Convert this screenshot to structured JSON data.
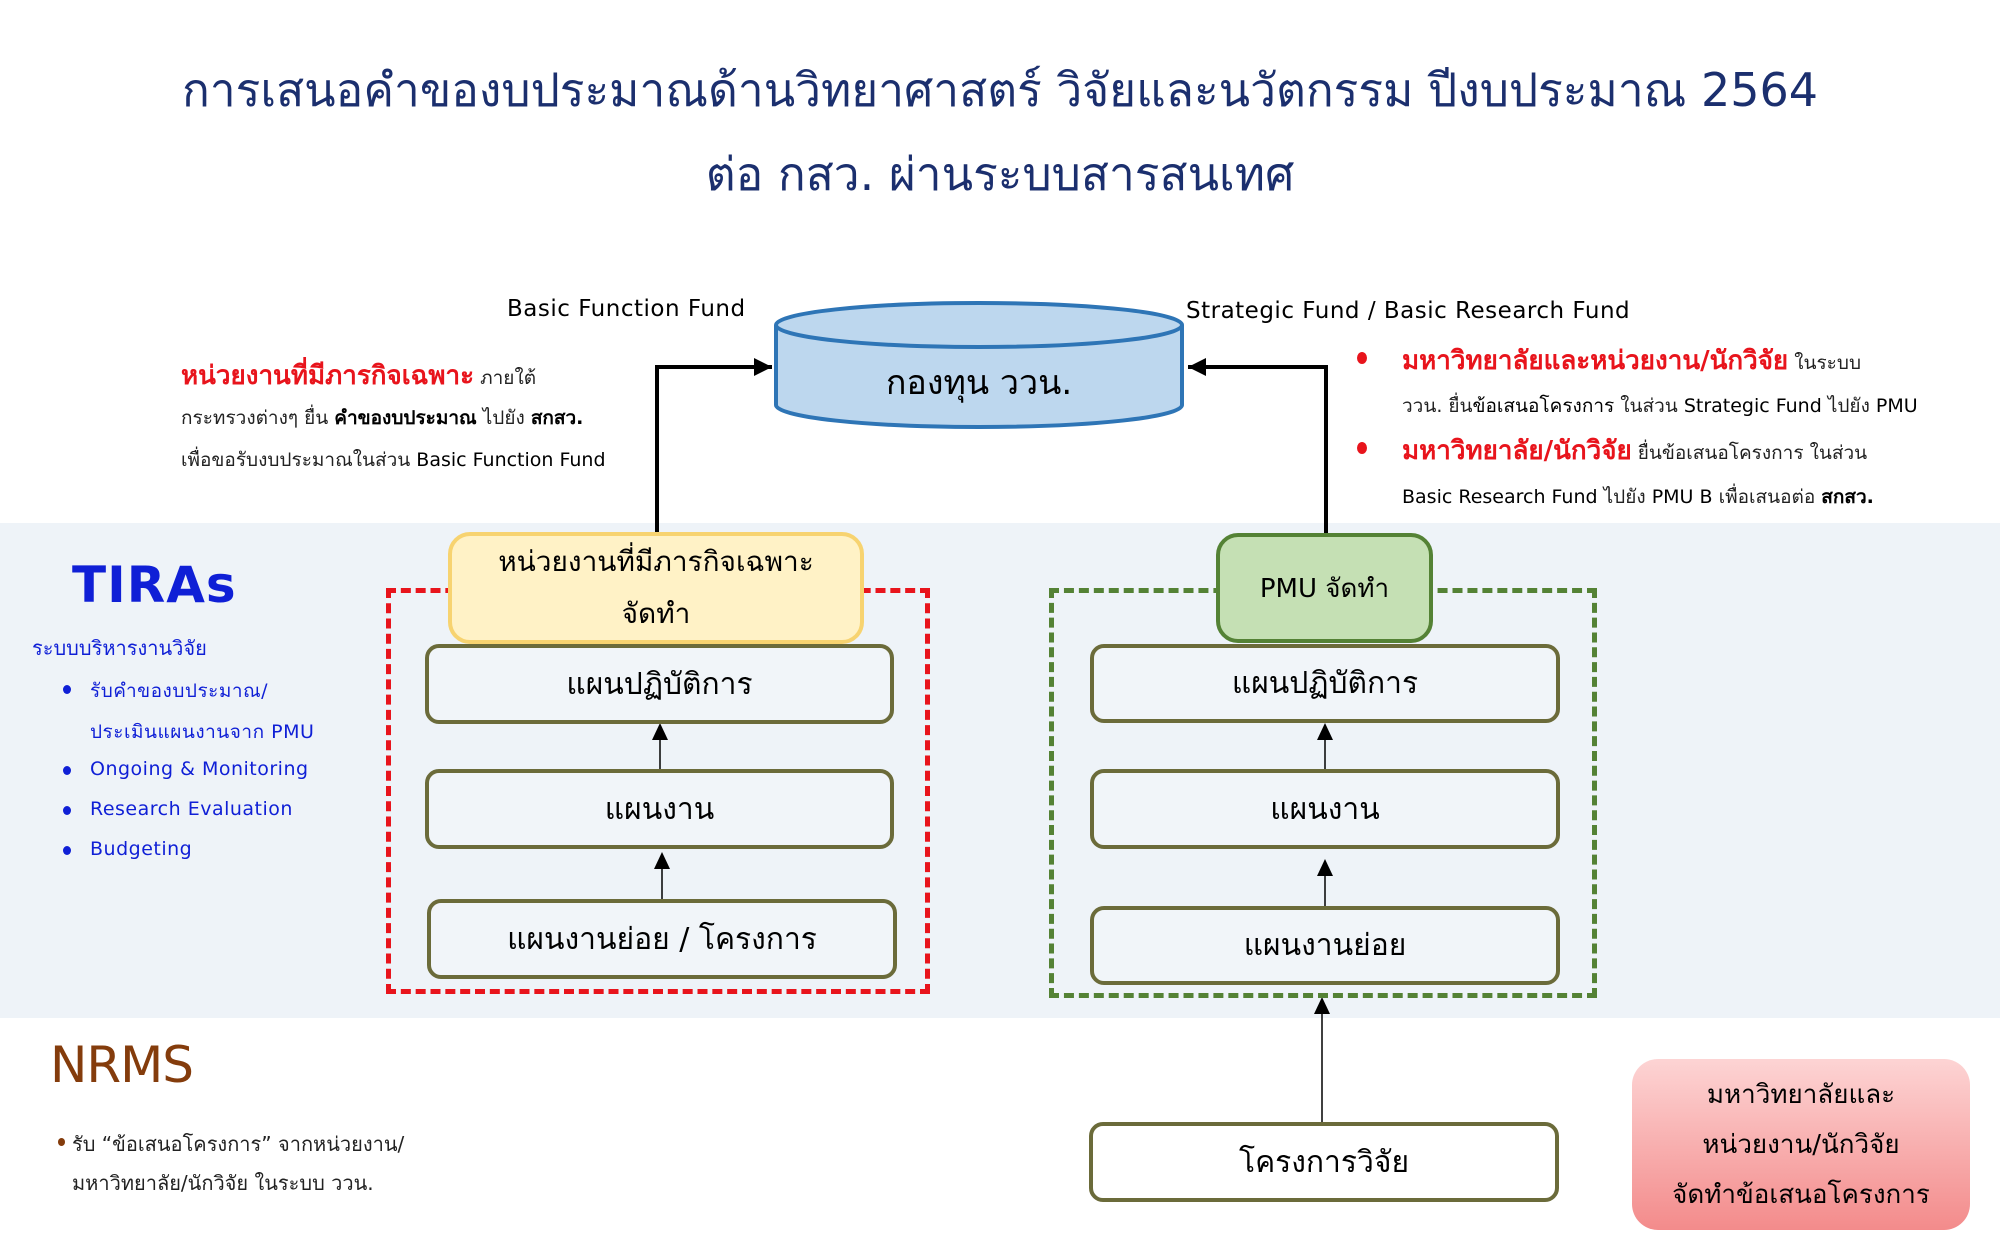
{
  "title": {
    "line1": "การเสนอคำของบประมาณด้านวิทยาศาสตร์ วิจัยและนวัตกรรม ปีงบประมาณ 2564",
    "line2": "ต่อ กสว. ผ่านระบบสารสนเทศ"
  },
  "fund": {
    "label": "กองทุน ววน.",
    "left_flow_label": "Basic Function Fund",
    "right_flow_label": "Strategic Fund / Basic Research Fund",
    "color_fill": "#bdd7ee",
    "color_stroke": "#2e75b6"
  },
  "left_note": {
    "highlight": "หน่วยงานที่มีภารกิจเฉพาะ",
    "line1_rest": " ภายใต้",
    "line2_a": "กระทรวงต่างๆ ยื่น ",
    "line2_bold1": "คำของบประมาณ",
    "line2_b": " ไปยัง ",
    "line2_bold2": "สกสว.",
    "line3_a": "เพื่อขอรับงบประมาณในส่วน ",
    "line3_bold": "Basic Function Fund"
  },
  "right_note": {
    "items": [
      {
        "highlight": "มหาวิทยาลัยและหน่วยงาน/นักวิจัย",
        "rest1": " ในระบบ",
        "line2_a": "ววน. ยื่น",
        "line2_bold": "ข้อเสนอโครงการ",
        "line2_b": " ในส่วน ",
        "line2_bold2": "Strategic Fund",
        "line2_c": " ไปยัง ",
        "line2_bold3": "PMU"
      },
      {
        "highlight": "มหาวิทยาลัย/นักวิจัย",
        "rest1": " ยื่น",
        "rest1_bold": "ข้อเสนอโครงการ",
        "rest1_b": " ในส่วน",
        "line2_bold": "Basic Research Fund",
        "line2_a": " ไปยัง ",
        "line2_bold2": "PMU B",
        "line2_b": " เพื่อเสนอต่อ ",
        "line2_bold3": "สกสว."
      }
    ]
  },
  "tiras": {
    "title": "TIRAs",
    "subtitle": "ระบบบริหารงานวิจัย",
    "items": [
      "รับคำของบประมาณ/",
      "ประเมินแผนงานจาก PMU",
      "Ongoing & Monitoring",
      "Research Evaluation",
      "Budgeting"
    ]
  },
  "left_group": {
    "header_line1": "หน่วยงานที่มีภารกิจเฉพาะ",
    "header_line2": "จัดทำ",
    "boxes": [
      "แผนปฏิบัติการ",
      "แผนงาน",
      "แผนงานย่อย / โครงการ"
    ]
  },
  "right_group": {
    "header": "PMU จัดทำ",
    "boxes": [
      "แผนปฏิบัติการ",
      "แผนงาน",
      "แผนงานย่อย"
    ]
  },
  "research_project": "โครงการวิจัย",
  "nrms": {
    "title": "NRMS",
    "line1": "รับ “ข้อเสนอโครงการ” จากหน่วยงาน/",
    "line2": "มหาวิทยาลัย/นักวิจัย ในระบบ ววน."
  },
  "proposer_box": {
    "lines": [
      "มหาวิทยาลัยและ",
      "หน่วยงาน/นักวิจัย",
      "จัดทำข้อเสนอโครงการ"
    ]
  }
}
